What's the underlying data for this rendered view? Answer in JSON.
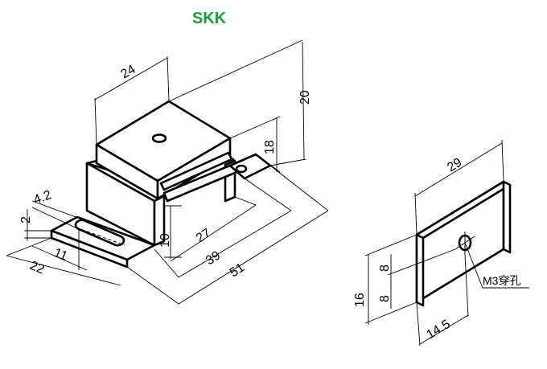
{
  "logo": {
    "text": "SKK",
    "color": "#1a9c46"
  },
  "bracket": {
    "dims": {
      "width_top": "24",
      "height_total": "20",
      "height_block": "18",
      "slot_width": "4.2",
      "flange_thick": "2",
      "drop": "10",
      "slot_len": "11",
      "flange_len": "22",
      "len_a": "27",
      "len_b": "39",
      "len_c": "51"
    }
  },
  "plate": {
    "dims": {
      "width": "29",
      "height": "16",
      "half_top": "8",
      "half_bottom": "8",
      "hole_offset": "14.5"
    },
    "thread_callout": "M3穿孔"
  }
}
